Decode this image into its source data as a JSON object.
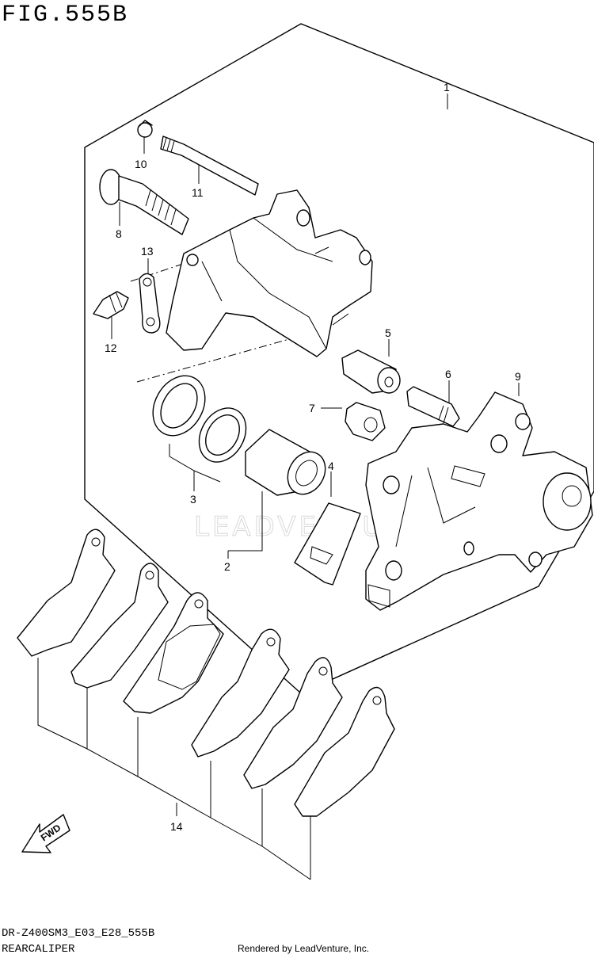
{
  "figure_title": "FIG.555B",
  "model_code": "DR-Z400SM3_E03_E28_555B",
  "section_name": "REARCALIPER",
  "credit": "Rendered by LeadVenture, Inc.",
  "watermark": "LEADVENTURE",
  "fwd_label": "FWD",
  "callouts": {
    "c1": "1",
    "c2": "2",
    "c3": "3",
    "c4": "4",
    "c5": "5",
    "c6": "6",
    "c7": "7",
    "c8": "8",
    "c9": "9",
    "c10": "10",
    "c11": "11",
    "c12": "12",
    "c13": "13",
    "c14": "14"
  }
}
